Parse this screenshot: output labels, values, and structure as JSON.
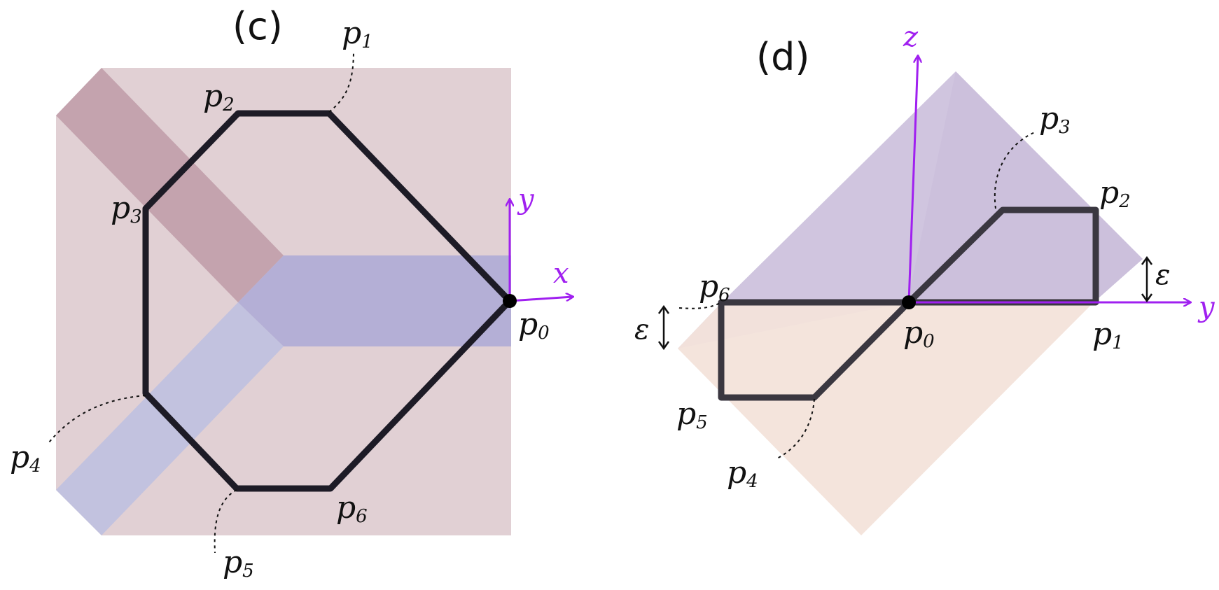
{
  "panel_c": {
    "title": "(c)",
    "axis_x": "x",
    "axis_y": "y",
    "points": [
      {
        "p": "p",
        "sub": "0"
      },
      {
        "p": "p",
        "sub": "1"
      },
      {
        "p": "p",
        "sub": "2"
      },
      {
        "p": "p",
        "sub": "3"
      },
      {
        "p": "p",
        "sub": "4"
      },
      {
        "p": "p",
        "sub": "5"
      },
      {
        "p": "p",
        "sub": "6"
      }
    ]
  },
  "panel_d": {
    "title": "(d)",
    "axis_z": "z",
    "axis_y": "y",
    "epsilon": "ε",
    "points": [
      {
        "p": "p",
        "sub": "0"
      },
      {
        "p": "p",
        "sub": "1"
      },
      {
        "p": "p",
        "sub": "2"
      },
      {
        "p": "p",
        "sub": "3"
      },
      {
        "p": "p",
        "sub": "4"
      },
      {
        "p": "p",
        "sub": "5"
      },
      {
        "p": "p",
        "sub": "6"
      }
    ]
  },
  "colors": {
    "axis": "#a020f0",
    "outline": "#1a1a1a",
    "region_c_bg": "#dcc8c8",
    "region_c_band_red": "#b48c9c",
    "region_c_band_blue": "#a8a8d8",
    "region_d_upper": "#c8bcd8",
    "region_d_lower": "#f2e2d8"
  }
}
